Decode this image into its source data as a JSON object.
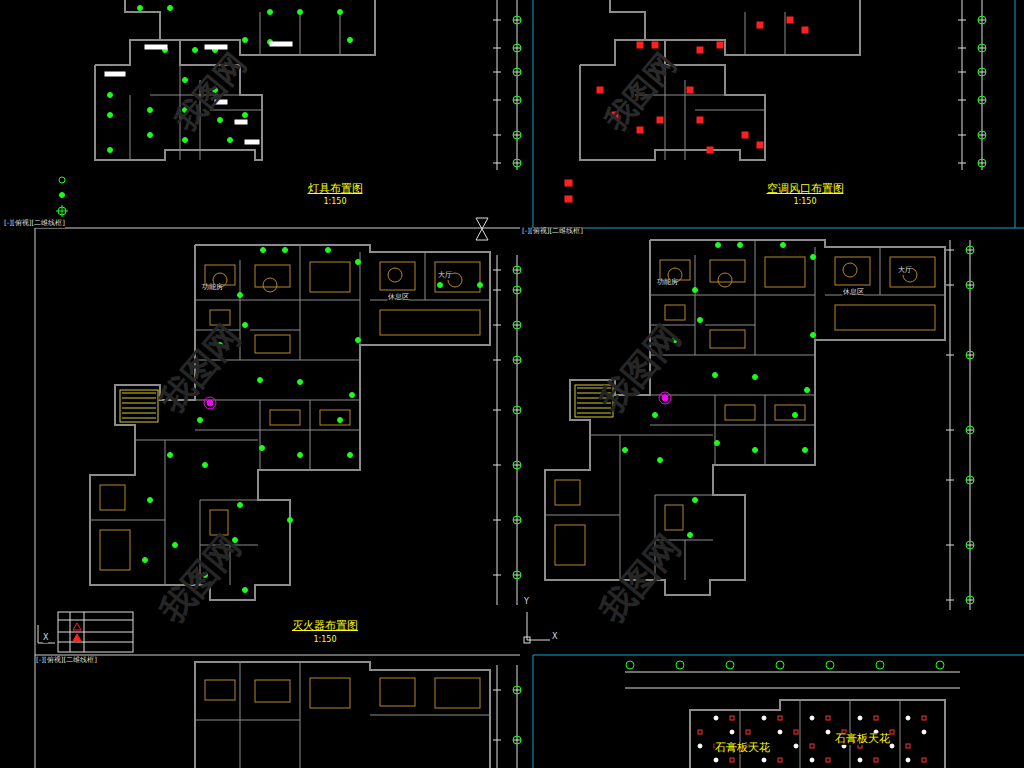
{
  "diagram": {
    "labels": [
      "灯具布置图",
      "1:150",
      "空调风口布置图",
      "1:150",
      "灭火器布置图",
      "1:150",
      "石膏板天花",
      "石膏板天花",
      "[-][俯视][二维线框]",
      "[-][俯视][二维线框]",
      "[-][俯视][二维线框]",
      "X",
      "Y",
      "X",
      "大厅",
      "大厅",
      "功能房",
      "功能房",
      "休息区",
      "休息区",
      "我图网",
      "我图网",
      "我图网",
      "我图网",
      "我图网",
      "我图网"
    ]
  }
}
